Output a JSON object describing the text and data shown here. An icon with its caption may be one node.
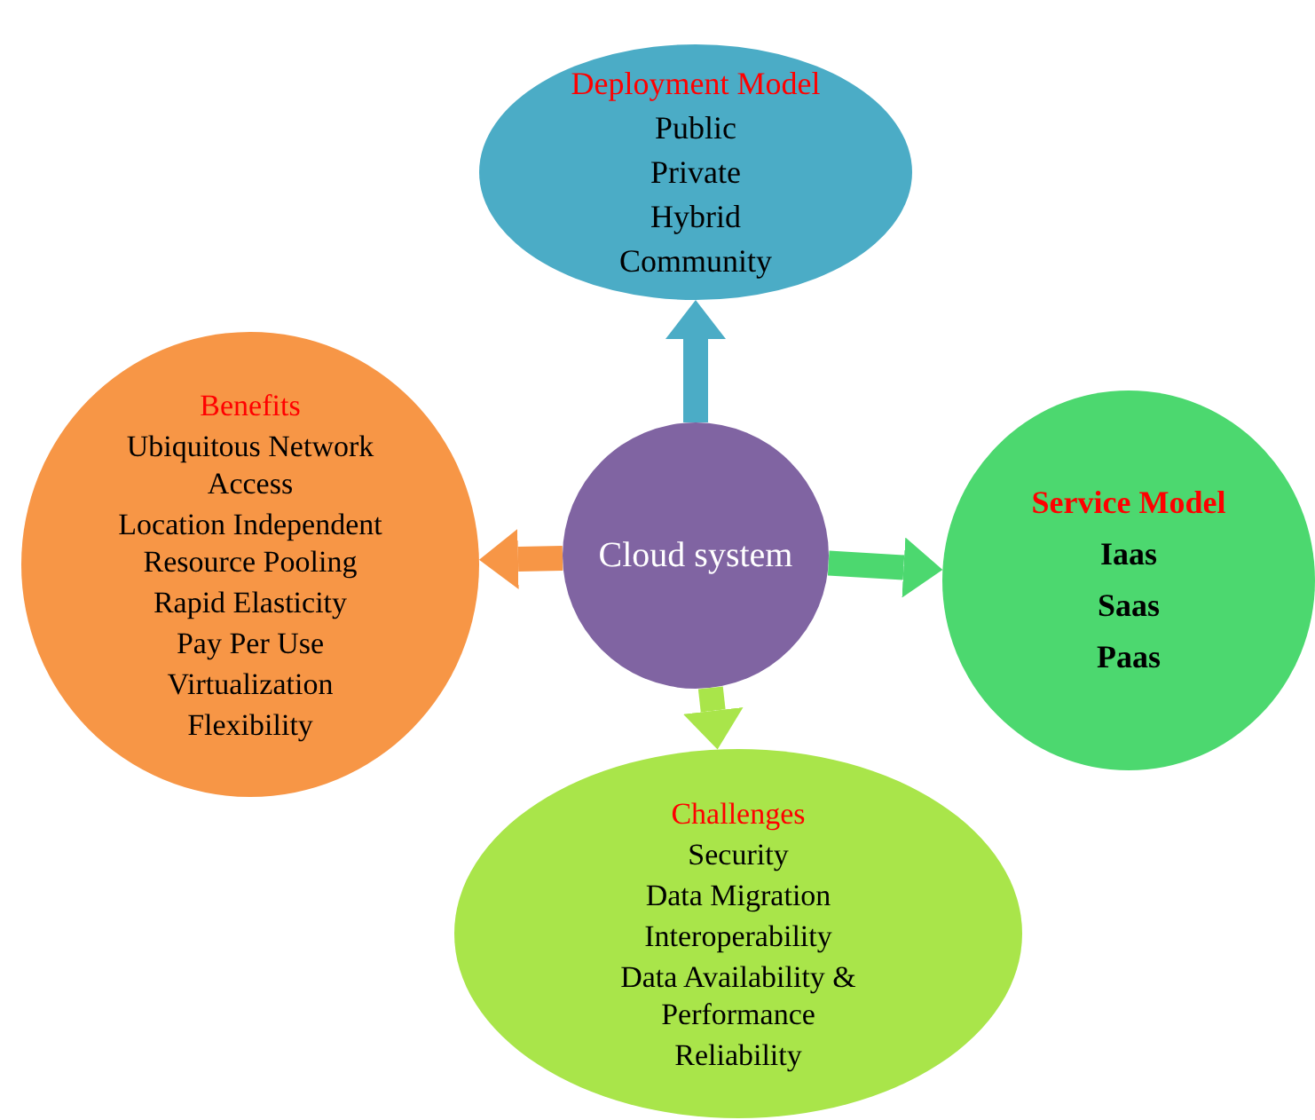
{
  "diagram": {
    "nodes": [
      {
        "text": [
          "Cloud system"
        ]
      },
      {
        "text": [
          "Deployment Model",
          "Public",
          "Private",
          "Hybrid",
          "Community"
        ]
      },
      {
        "text": [
          "Service Model",
          "Iaas",
          "Saas",
          "Paas"
        ]
      },
      {
        "text": [
          "Challenges",
          "Security",
          "Data Migration",
          "Interoperability",
          "Data Availability & Performance",
          "Reliability"
        ]
      },
      {
        "text": [
          "Benefits",
          "Ubiquitous Network Access",
          "Location Independent Resource Pooling",
          "Rapid Elasticity",
          "Pay Per Use",
          "Virtualization",
          "Flexibility"
        ]
      }
    ],
    "edges": [
      {
        "from": 0,
        "to": 1,
        "arrow": "to",
        "color": "#4bacc6"
      },
      {
        "from": 0,
        "to": 2,
        "arrow": "to",
        "color": "#4cd86f"
      },
      {
        "from": 0,
        "to": 3,
        "arrow": "to",
        "color": "#a9e54a"
      },
      {
        "from": 0,
        "to": 4,
        "arrow": "to",
        "color": "#f79646"
      }
    ]
  }
}
